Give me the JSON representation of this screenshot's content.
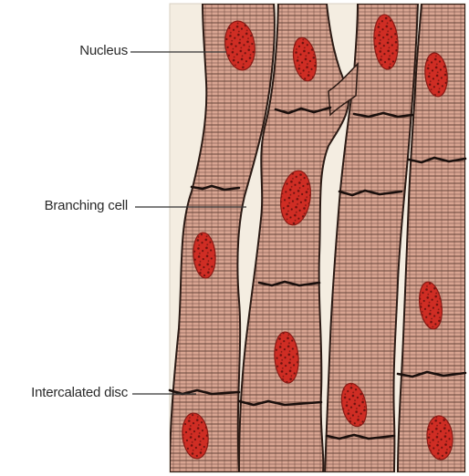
{
  "labels": {
    "nucleus": "Nucleus",
    "branching_cell": "Branching cell",
    "intercalated_disc": "Intercalated disc"
  },
  "colors": {
    "background": "#f4ede1",
    "fiber_fill": "#d9a592",
    "fiber_outline": "#2b1a14",
    "striation": "#5a3a30",
    "nucleus_fill": "#cf2d24",
    "nucleus_spots": "#6a120e",
    "intercalated_disc": "#1a0f0c",
    "leader_line": "#333333"
  }
}
